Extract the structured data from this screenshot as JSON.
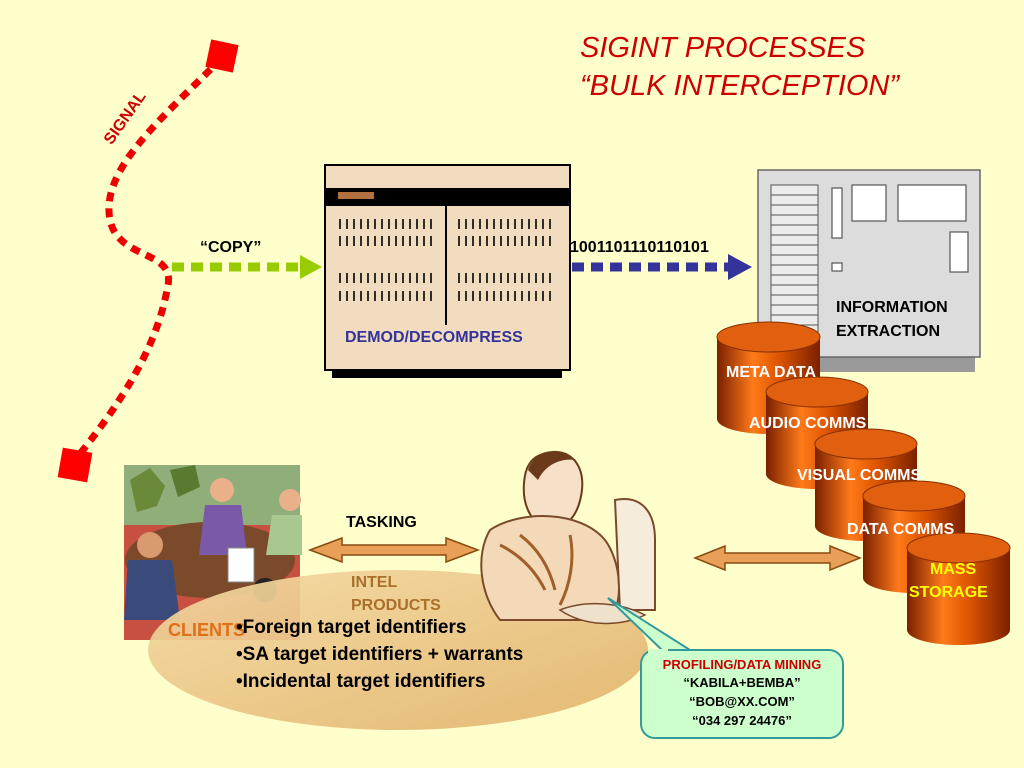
{
  "title": {
    "line1": "SIGINT PROCESSES",
    "line2": "“BULK INTERCEPTION”"
  },
  "signal_label": "SIGNAL",
  "copy_label": "“COPY”",
  "bitstream": "1001101110110101",
  "demod_label": "DEMOD/DECOMPRESS",
  "info_extraction": {
    "line1": "INFORMATION",
    "line2": "EXTRACTION"
  },
  "storage": {
    "cylinders": [
      "META DATA",
      "AUDIO COMMS",
      "VISUAL COMMS",
      "DATA COMMS"
    ],
    "mass_line1": "MASS",
    "mass_line2": "STORAGE"
  },
  "tasking_label": "TASKING",
  "intel_products": {
    "line1": "INTEL",
    "line2": "PRODUCTS"
  },
  "clients_label": "CLIENTS",
  "identifiers": [
    "Foreign target identifiers",
    "SA target identifiers + warrants",
    "Incidental target identifiers"
  ],
  "profiling": {
    "heading": "PROFILING/DATA MINING",
    "lines": [
      "“KABILA+BEMBA”",
      "“BOB@XX.COM”",
      "“034 297 24476”"
    ]
  },
  "colors": {
    "background": "#ffffcc",
    "title": "#cc0000",
    "signal": "#ee0000",
    "copy_arrow": "#99cc00",
    "bit_arrow": "#333399",
    "cylinder": "#cc4400",
    "ellipse": "#e8c07e",
    "callout": "#ccffcc"
  }
}
